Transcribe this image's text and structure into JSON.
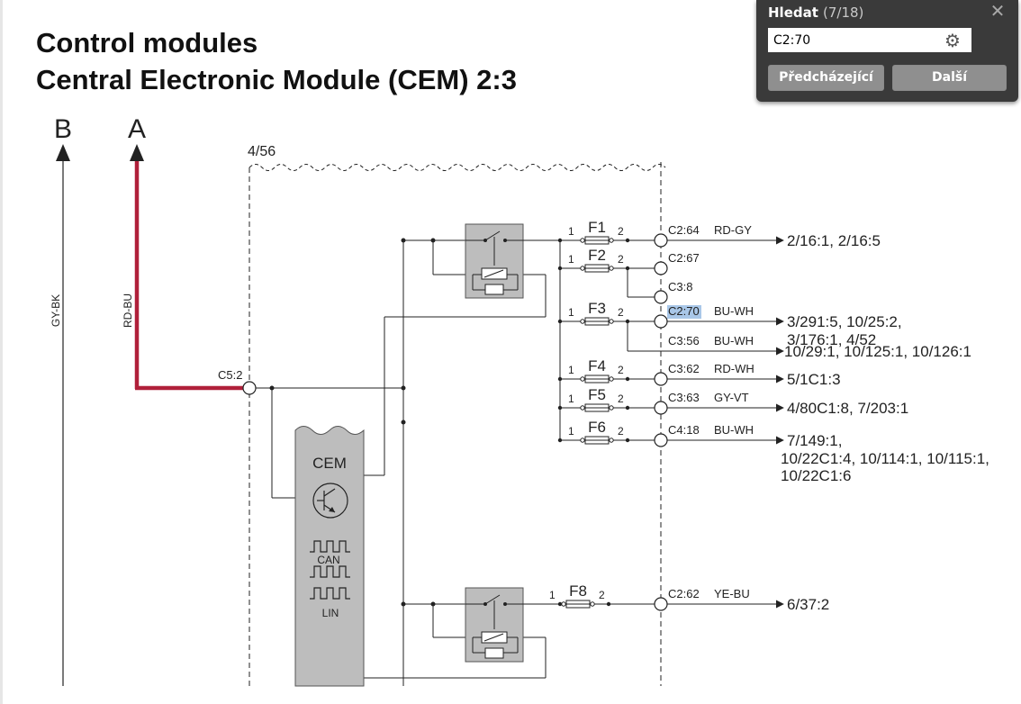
{
  "header": {
    "line1": "Control modules",
    "line2": "Central Electronic Module (CEM) 2:3"
  },
  "bus": {
    "b": "B",
    "a": "A",
    "b_wire": "GY-BK",
    "a_wire": "RD-BU",
    "junction": "C5:2",
    "frame": "4/56"
  },
  "cem": {
    "label": "CEM",
    "can": "CAN",
    "lin": "LIN"
  },
  "fuses": [
    {
      "name": "F1",
      "pin1": "1",
      "pin2": "2"
    },
    {
      "name": "F2",
      "pin1": "1",
      "pin2": "2"
    },
    {
      "name": "F3",
      "pin1": "1",
      "pin2": "2"
    },
    {
      "name": "F4",
      "pin1": "1",
      "pin2": "2"
    },
    {
      "name": "F5",
      "pin1": "1",
      "pin2": "2"
    },
    {
      "name": "F6",
      "pin1": "1",
      "pin2": "2"
    },
    {
      "name": "F8",
      "pin1": "1",
      "pin2": "2"
    }
  ],
  "connectors": [
    {
      "id": "C2:64",
      "wire": "RD-GY",
      "dest": "2/16:1, 2/16:5"
    },
    {
      "id": "C2:67",
      "wire": "",
      "dest": ""
    },
    {
      "id": "C3:8",
      "wire": "",
      "dest": ""
    },
    {
      "id": "C2:70",
      "wire": "BU-WH",
      "dest": "3/291:5, 10/25:2,",
      "dest2": "3/176:1, 4/52"
    },
    {
      "id": "C3:56",
      "wire": "BU-WH",
      "dest": "10/29:1, 10/125:1, 10/126:1"
    },
    {
      "id": "C3:62",
      "wire": "RD-WH",
      "dest": "5/1C1:3"
    },
    {
      "id": "C3:63",
      "wire": "GY-VT",
      "dest": "4/80C1:8, 7/203:1"
    },
    {
      "id": "C4:18",
      "wire": "BU-WH",
      "dest": "7/149:1,",
      "dest2": "10/22C1:4, 10/114:1, 10/115:1,",
      "dest3": "10/22C1:6"
    },
    {
      "id": "C2:62",
      "wire": "YE-BU",
      "dest": "6/37:2"
    }
  ],
  "colors": {
    "power_wire": "#b0203a",
    "highlight": "#a9c7e8",
    "panel": "#3a3a3a",
    "button": "#8f8f8f"
  },
  "find": {
    "title": "Hledat",
    "count": "(7/18)",
    "query": "C2:70",
    "prev_label": "Předcházející",
    "next_label": "Další",
    "close_icon": "close-icon",
    "settings_icon": "gear-icon"
  }
}
